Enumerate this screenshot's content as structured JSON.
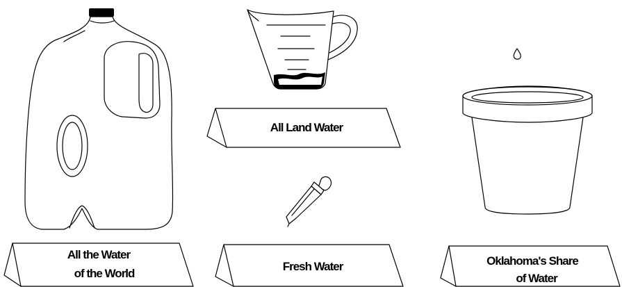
{
  "labels": {
    "world_line1": "All the Water",
    "world_line2": "of the World",
    "land": "All Land Water",
    "fresh": "Fresh Water",
    "ok_line1": "Oklahoma's Share",
    "ok_line2": "of Water"
  }
}
